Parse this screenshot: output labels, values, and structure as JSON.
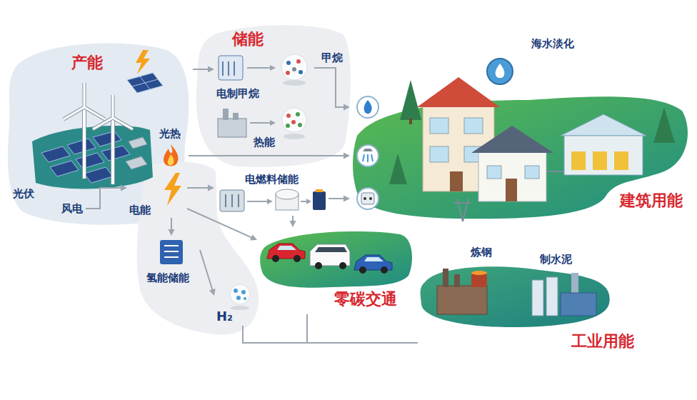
{
  "diagram": {
    "nodes": [
      {
        "text": [
          "产能"
        ]
      },
      {
        "text": [
          "光伏"
        ],
        "in": 0
      },
      {
        "text": [
          "风电"
        ],
        "in": 0
      },
      {
        "text": [
          "储能"
        ]
      },
      {
        "text": [
          "电制甲烷"
        ],
        "in": 3
      },
      {
        "text": [
          "热能"
        ],
        "in": 3
      },
      {
        "text": [
          "电燃料储能"
        ]
      },
      {
        "text": [
          "光热"
        ],
        "in": 0
      },
      {
        "text": [
          "电能"
        ],
        "in": 0
      },
      {
        "text": [
          "氢能储能"
        ]
      },
      {
        "text": [
          "H₂"
        ]
      },
      {
        "text": [
          "建筑用能"
        ]
      },
      {
        "text": [
          "海水淡化"
        ],
        "in": 11
      },
      {
        "text": [
          "零碳交通"
        ]
      },
      {
        "text": [
          "工业用能"
        ]
      },
      {
        "text": [
          "炼钢"
        ],
        "in": 14
      },
      {
        "text": [
          "制水泥"
        ],
        "in": 14
      }
    ],
    "edges": [
      {
        "from": 0,
        "to": 4,
        "arrow": "to"
      },
      {
        "from": 4,
        "to": 11,
        "label": "甲烷",
        "arrow": "to"
      },
      {
        "from": 7,
        "to": 11,
        "arrow": "to"
      },
      {
        "from": 2,
        "to": 8,
        "arrow": "to"
      },
      {
        "from": 8,
        "to": 6,
        "arrow": "to"
      },
      {
        "from": 6,
        "to": 11,
        "arrow": "to"
      },
      {
        "from": 8,
        "to": 13,
        "arrow": "to"
      },
      {
        "from": 6,
        "to": 13,
        "arrow": "to"
      },
      {
        "from": 8,
        "to": 9,
        "arrow": "to"
      },
      {
        "from": 9,
        "to": 10,
        "arrow": "to"
      },
      {
        "from": 10,
        "to": 13,
        "arrow": "none"
      },
      {
        "from": 10,
        "to": 14,
        "arrow": "none"
      }
    ]
  }
}
